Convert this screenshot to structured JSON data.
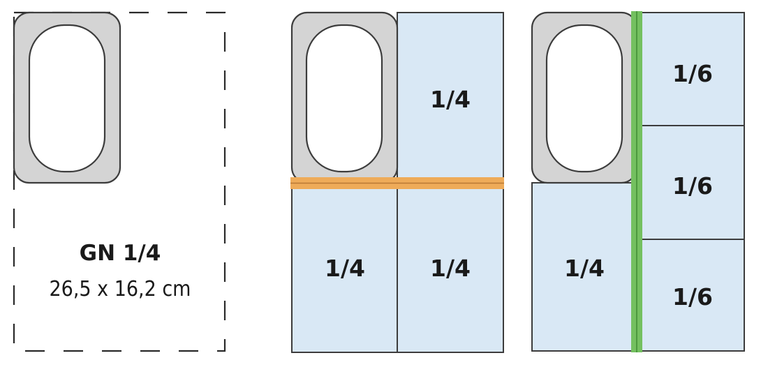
{
  "panel1": {
    "title": "GN 1/4",
    "dimensions": "26,5 x 16,2 cm"
  },
  "panel2": {
    "cells": [
      "1/4",
      "1/4",
      "1/4"
    ]
  },
  "panel3": {
    "cells": [
      "1/4",
      "1/6",
      "1/6",
      "1/6"
    ]
  },
  "colors": {
    "compartment_fill": "#d9e8f5",
    "pan_fill": "#d4d4d4",
    "cross_divider": "#eeab59",
    "long_divider": "#74c060",
    "stroke": "#3c3c3c"
  }
}
